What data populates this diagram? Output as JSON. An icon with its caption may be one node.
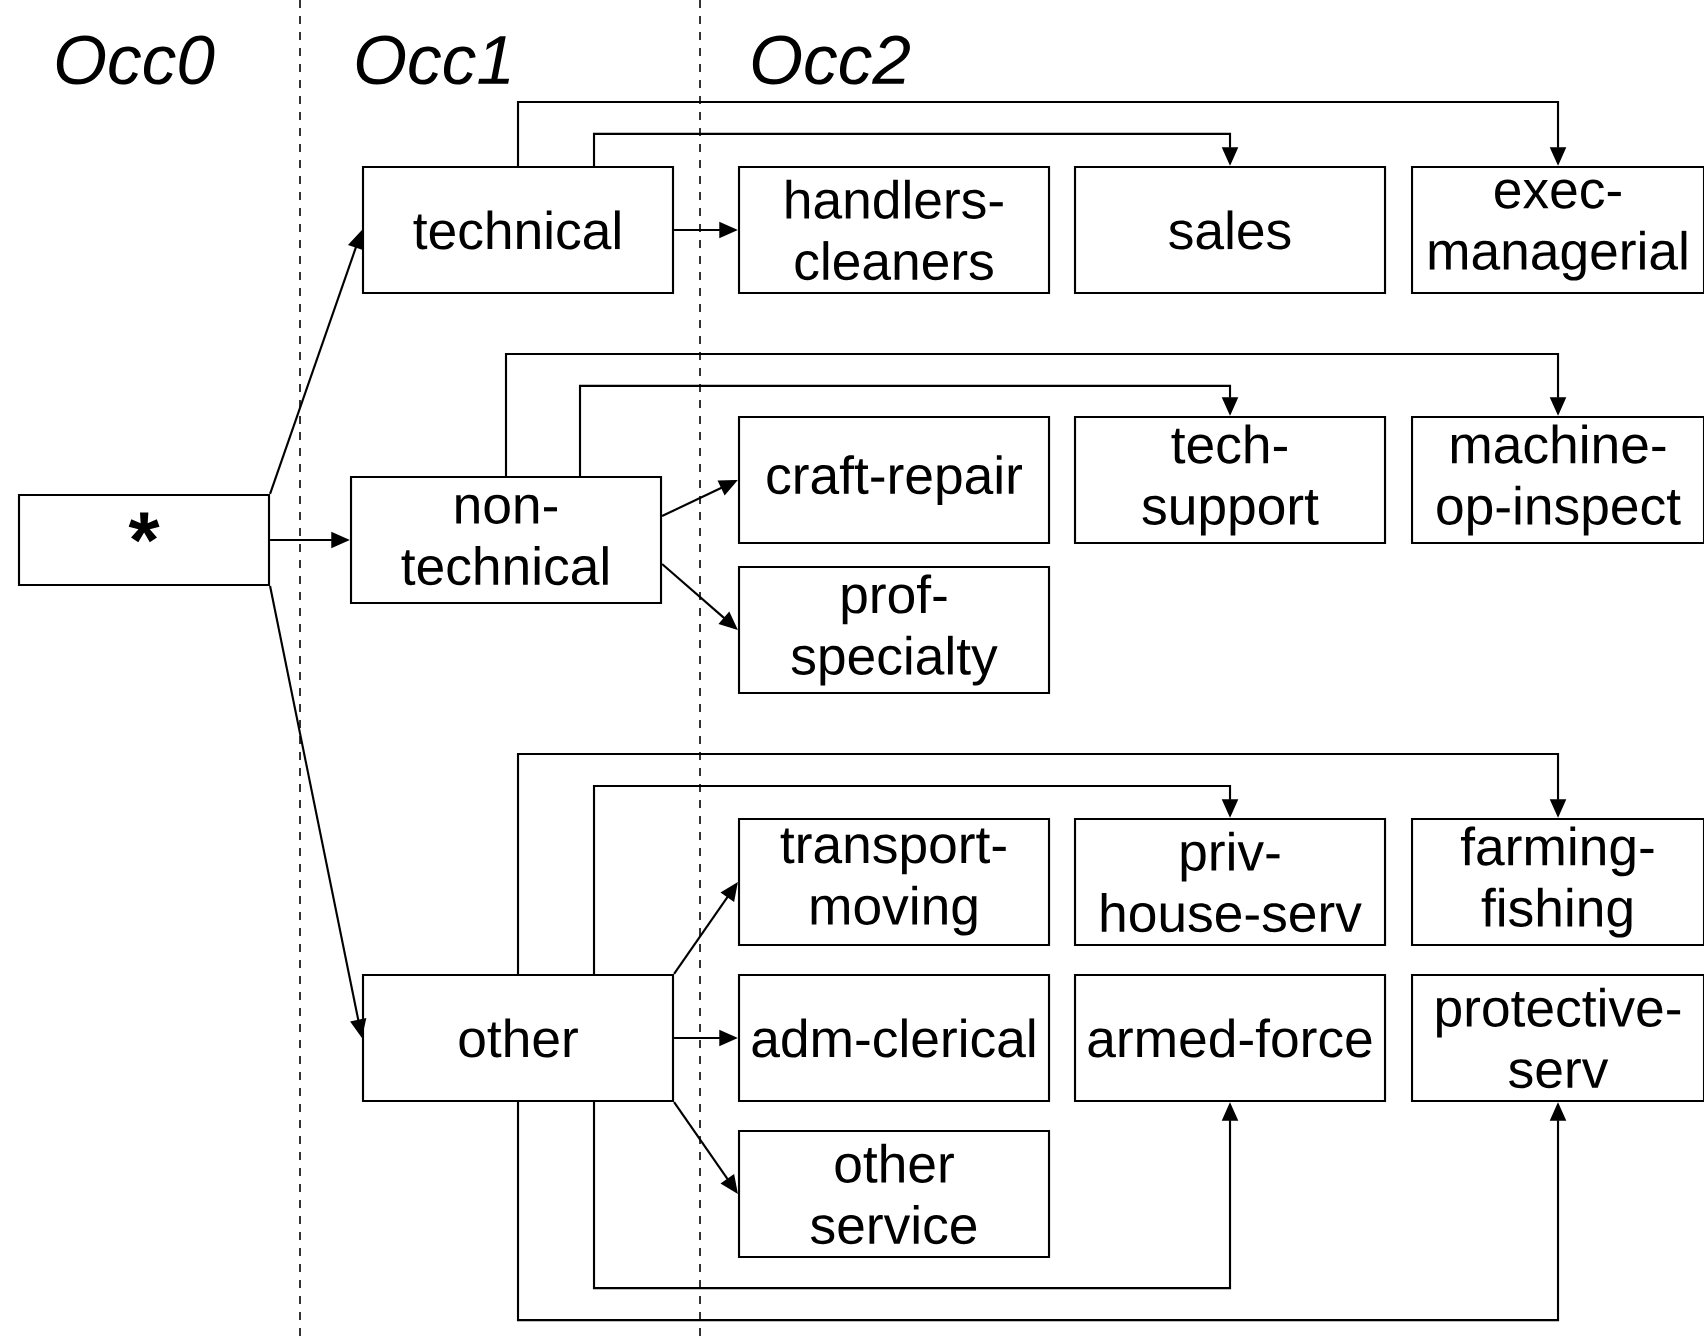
{
  "diagram": {
    "nodes": [
      {
        "text": [
          "*"
        ]
      },
      {
        "text": [
          "technical"
        ]
      },
      {
        "text": [
          "handlers-cleaners"
        ]
      },
      {
        "text": [
          "sales"
        ]
      },
      {
        "text": [
          "exec-managerial"
        ]
      },
      {
        "text": [
          "non-technical"
        ]
      },
      {
        "text": [
          "craft-repair"
        ]
      },
      {
        "text": [
          "tech-support"
        ]
      },
      {
        "text": [
          "machine-op-inspect"
        ]
      },
      {
        "text": [
          "prof-specialty"
        ]
      },
      {
        "text": [
          "other"
        ]
      },
      {
        "text": [
          "transport-moving"
        ]
      },
      {
        "text": [
          "priv-house-serv"
        ]
      },
      {
        "text": [
          "farming-fishing"
        ]
      },
      {
        "text": [
          "adm-clerical"
        ]
      },
      {
        "text": [
          "armed-force"
        ]
      },
      {
        "text": [
          "protective-serv"
        ]
      },
      {
        "text": [
          "other service"
        ]
      }
    ],
    "edges": [
      {
        "from": 0,
        "to": 1,
        "arrow": "to"
      },
      {
        "from": 0,
        "to": 5,
        "arrow": "to"
      },
      {
        "from": 0,
        "to": 10,
        "arrow": "to"
      },
      {
        "from": 1,
        "to": 2,
        "arrow": "to"
      },
      {
        "from": 1,
        "to": 3,
        "arrow": "to"
      },
      {
        "from": 1,
        "to": 4,
        "arrow": "to"
      },
      {
        "from": 5,
        "to": 6,
        "arrow": "to"
      },
      {
        "from": 5,
        "to": 9,
        "arrow": "to"
      },
      {
        "from": 5,
        "to": 7,
        "arrow": "to"
      },
      {
        "from": 5,
        "to": 8,
        "arrow": "to"
      },
      {
        "from": 10,
        "to": 11,
        "arrow": "to"
      },
      {
        "from": 10,
        "to": 14,
        "arrow": "to"
      },
      {
        "from": 10,
        "to": 17,
        "arrow": "to"
      },
      {
        "from": 10,
        "to": 12,
        "arrow": "to"
      },
      {
        "from": 10,
        "to": 13,
        "arrow": "to"
      },
      {
        "from": 10,
        "to": 15,
        "arrow": "to"
      },
      {
        "from": 10,
        "to": 16,
        "arrow": "to"
      }
    ],
    "labels": [
      "Occ0",
      "Occ1",
      "Occ2"
    ]
  }
}
